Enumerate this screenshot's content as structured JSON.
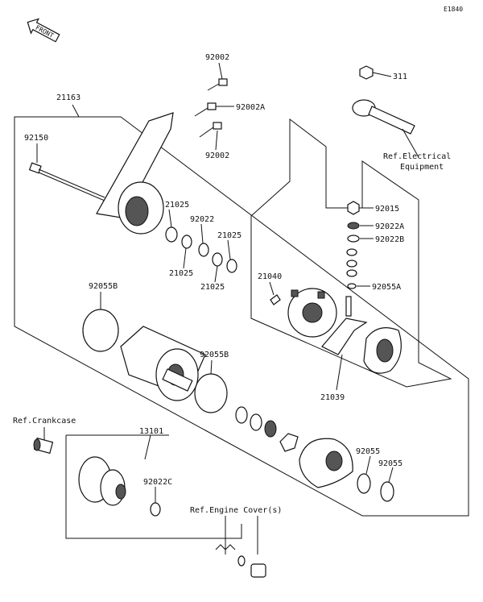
{
  "figure_id": "E1840",
  "front_label": "FRONT",
  "labels": {
    "p92002_top": "92002",
    "p92002a": "92002A",
    "p92002_mid": "92002",
    "p21163": "21163",
    "p92150": "92150",
    "p311": "311",
    "ref_electrical_1": "Ref.Electrical",
    "ref_electrical_2": "Equipment",
    "p21025_a": "21025",
    "p92022": "92022",
    "p21025_b": "21025",
    "p21025_c": "21025",
    "p21025_d": "21025",
    "p92015": "92015",
    "p92022a": "92022A",
    "p92022b": "92022B",
    "p21040": "21040",
    "p92055a": "92055A",
    "p92055b_left": "92055B",
    "p92055b_mid": "92055B",
    "p21039": "21039",
    "ref_crankcase": "Ref.Crankcase",
    "p13101": "13101",
    "p92022c": "92022C",
    "ref_engine_cover": "Ref.Engine Cover(s)",
    "p92055_a": "92055",
    "p92055_b": "92055"
  }
}
